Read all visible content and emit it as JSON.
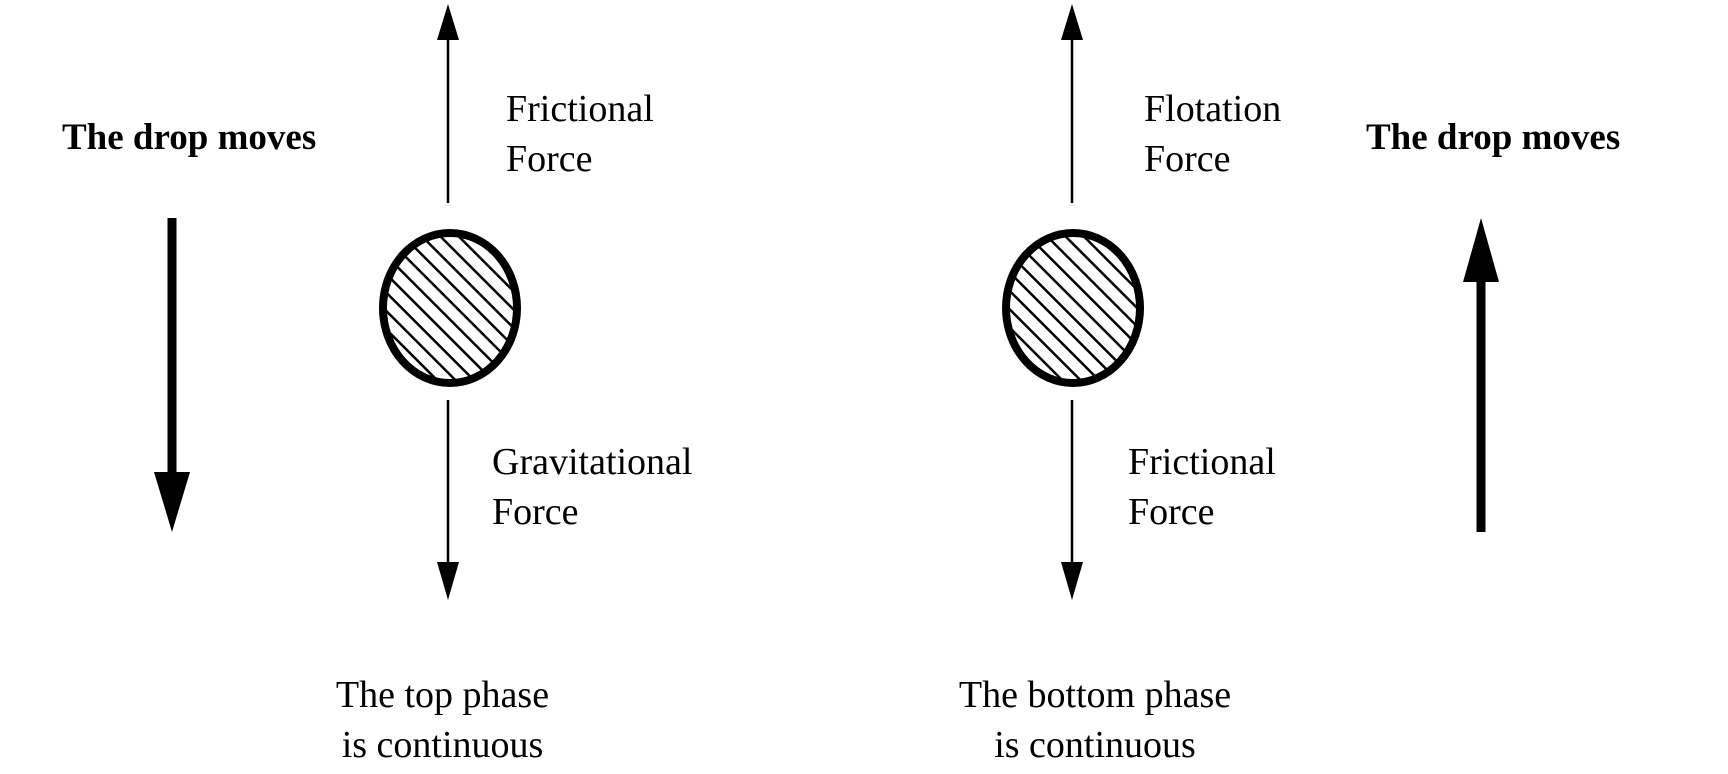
{
  "left_panel": {
    "motion_label": "The drop moves",
    "force_up": [
      "Frictional",
      "Force"
    ],
    "force_down": [
      "Gravitational",
      "Force"
    ],
    "caption": [
      "The top phase",
      "is continuous"
    ]
  },
  "right_panel": {
    "motion_label": "The drop moves",
    "force_up": [
      "Flotation",
      "Force"
    ],
    "force_down": [
      "Frictional",
      "Force"
    ],
    "caption": [
      "The bottom phase",
      "is continuous"
    ]
  }
}
